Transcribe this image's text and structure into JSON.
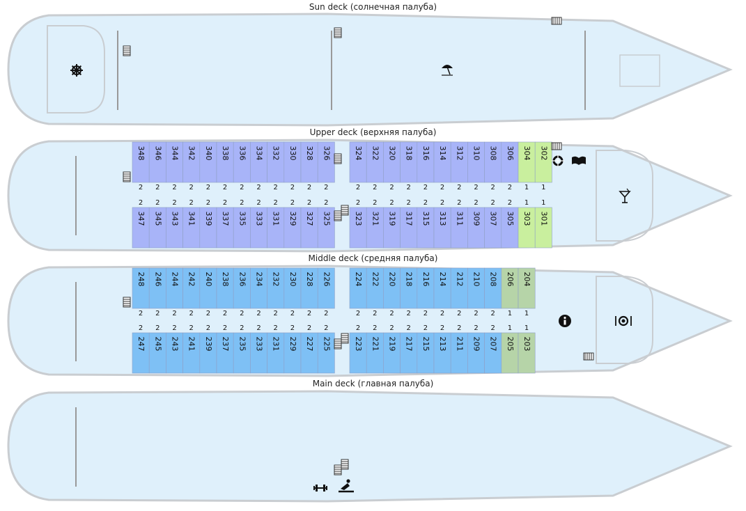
{
  "decks": {
    "sun": {
      "title": "Sun deck (солнечная палуба)"
    },
    "upper": {
      "title": "Upper deck (верхняя палуба)",
      "left_top": [
        "348",
        "346",
        "344",
        "342",
        "340",
        "338",
        "336",
        "334",
        "332",
        "330",
        "328",
        "326"
      ],
      "right_top": [
        "324",
        "322",
        "320",
        "318",
        "316",
        "314",
        "312",
        "310",
        "308",
        "306",
        "304",
        "302"
      ],
      "left_bottom": [
        "347",
        "345",
        "343",
        "341",
        "339",
        "337",
        "335",
        "333",
        "331",
        "329",
        "327",
        "325"
      ],
      "right_bottom": [
        "323",
        "321",
        "319",
        "317",
        "315",
        "313",
        "311",
        "309",
        "307",
        "305",
        "303",
        "301"
      ],
      "cap_left_top": [
        "2",
        "2",
        "2",
        "2",
        "2",
        "2",
        "2",
        "2",
        "2",
        "2",
        "2",
        "2"
      ],
      "cap_right_top": [
        "2",
        "2",
        "2",
        "2",
        "2",
        "2",
        "2",
        "2",
        "2",
        "2",
        "1",
        "1"
      ],
      "cap_left_bottom": [
        "2",
        "2",
        "2",
        "2",
        "2",
        "2",
        "2",
        "2",
        "2",
        "2",
        "2",
        "2"
      ],
      "cap_right_bottom": [
        "2",
        "2",
        "2",
        "2",
        "2",
        "2",
        "2",
        "2",
        "2",
        "2",
        "1",
        "1"
      ]
    },
    "middle": {
      "title": "Middle deck (средняя палуба)",
      "left_top": [
        "248",
        "246",
        "244",
        "242",
        "240",
        "238",
        "236",
        "234",
        "232",
        "230",
        "228",
        "226"
      ],
      "right_top": [
        "224",
        "222",
        "220",
        "218",
        "216",
        "214",
        "212",
        "210",
        "208",
        "206",
        "204"
      ],
      "left_bottom": [
        "247",
        "245",
        "243",
        "241",
        "239",
        "237",
        "235",
        "233",
        "231",
        "229",
        "227",
        "225"
      ],
      "right_bottom": [
        "223",
        "221",
        "219",
        "217",
        "215",
        "213",
        "211",
        "209",
        "207",
        "205",
        "203"
      ],
      "cap_left_top": [
        "2",
        "2",
        "2",
        "2",
        "2",
        "2",
        "2",
        "2",
        "2",
        "2",
        "2",
        "2"
      ],
      "cap_right_top": [
        "2",
        "2",
        "2",
        "2",
        "2",
        "2",
        "2",
        "2",
        "2",
        "1",
        "1"
      ],
      "cap_left_bottom": [
        "2",
        "2",
        "2",
        "2",
        "2",
        "2",
        "2",
        "2",
        "2",
        "2",
        "2",
        "2"
      ],
      "cap_right_bottom": [
        "2",
        "2",
        "2",
        "2",
        "2",
        "2",
        "2",
        "2",
        "2",
        "1",
        "1"
      ]
    },
    "main": {
      "title": "Main deck (главная палуба)"
    }
  },
  "colors": {
    "hull_fill": "#dff0fb",
    "hull_stroke": "#c9cdd1",
    "upper_cabin": "#a8b4f8",
    "upper_single": "#c9ef9e",
    "middle_cabin": "#7ec0f5",
    "middle_single": "#b6d4a8"
  },
  "icons": [
    "helm-icon",
    "beach-umbrella-icon",
    "stairs-icon",
    "cocktail-icon",
    "book-icon",
    "info-icon",
    "restaurant-icon",
    "dumbbell-icon",
    "massage-icon",
    "lifebuoy-icon"
  ]
}
